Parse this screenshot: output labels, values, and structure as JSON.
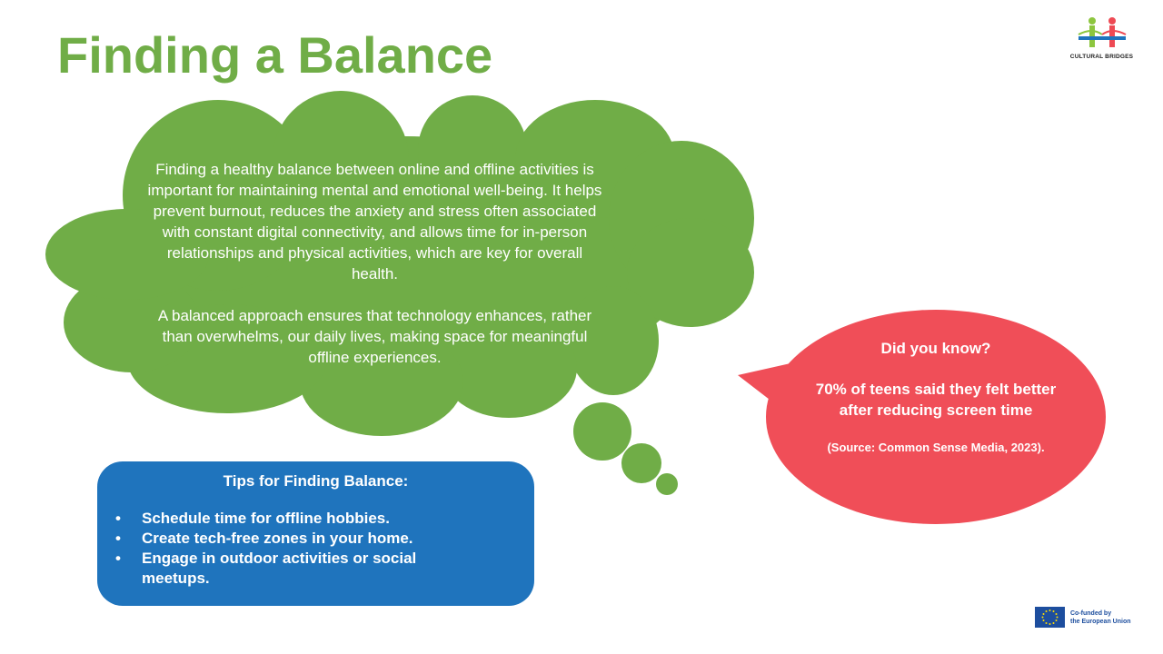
{
  "title": "Finding a Balance",
  "logo": {
    "name": "CULTURAL BRIDGES"
  },
  "cloud": {
    "paragraph1": "Finding a healthy balance between online and offline activities is important for maintaining mental and emotional well-being. It helps prevent burnout, reduces the anxiety and stress often associated with constant digital connectivity, and allows time for in-person relationships and physical activities, which are key for overall health.",
    "paragraph2": "A balanced approach ensures that technology enhances, rather than overwhelms, our daily lives, making space for meaningful offline experiences."
  },
  "did_you_know": {
    "heading": "Did you know?",
    "stat": "70% of teens said they felt better after reducing screen time",
    "source": "(Source: Common Sense Media, 2023)."
  },
  "tips": {
    "heading": "Tips for Finding Balance:",
    "items": [
      "Schedule time for offline hobbies.",
      "Create tech-free zones in your home.",
      "Engage in outdoor activities or social meetups."
    ]
  },
  "eu": {
    "line1": "Co-funded by",
    "line2": "the European Union"
  },
  "colors": {
    "green": "#70ad47",
    "red": "#f04e58",
    "blue": "#1f74bd"
  }
}
